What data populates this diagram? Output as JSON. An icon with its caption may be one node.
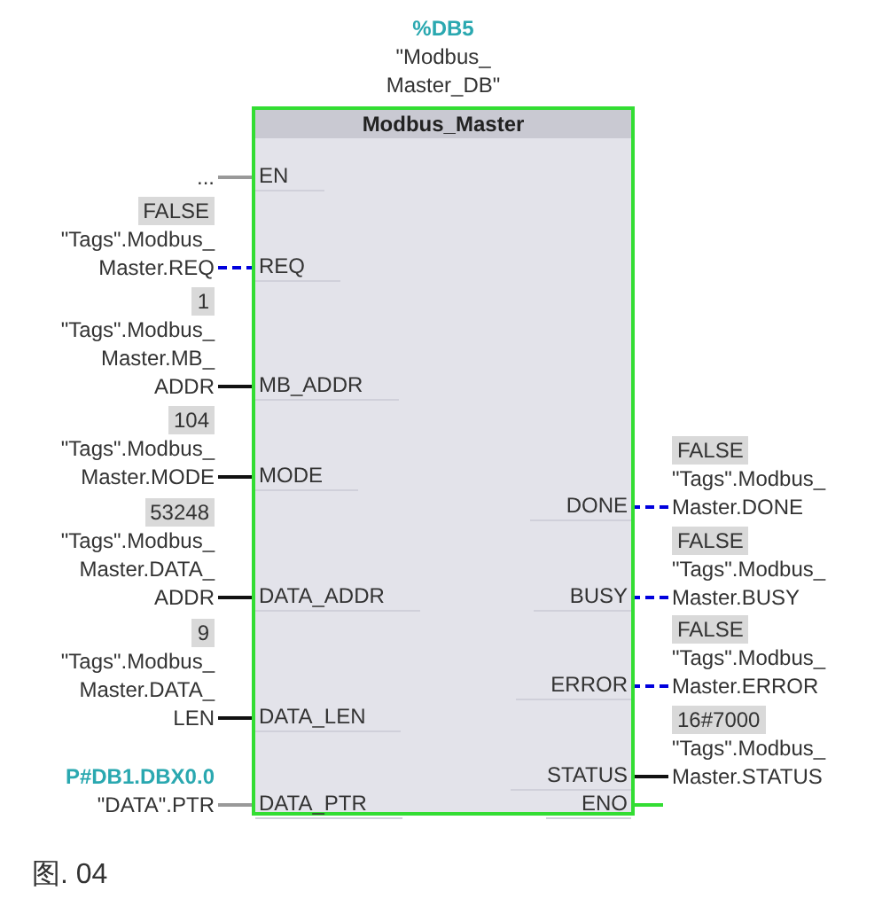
{
  "diagram": {
    "caption": "图. 04",
    "nodes": [
      {
        "text": [
          "Modbus_Master"
        ],
        "beside": [
          "%DB5",
          "\"Modbus_ Master_DB\""
        ]
      },
      {
        "text": [
          "EN"
        ],
        "in": 0
      },
      {
        "text": [
          "REQ"
        ],
        "in": 0
      },
      {
        "text": [
          "MB_ADDR"
        ],
        "in": 0
      },
      {
        "text": [
          "MODE"
        ],
        "in": 0
      },
      {
        "text": [
          "DATA_ADDR"
        ],
        "in": 0
      },
      {
        "text": [
          "DATA_LEN"
        ],
        "in": 0
      },
      {
        "text": [
          "DATA_PTR"
        ],
        "in": 0
      },
      {
        "text": [
          "DONE"
        ],
        "in": 0
      },
      {
        "text": [
          "BUSY"
        ],
        "in": 0
      },
      {
        "text": [
          "ERROR"
        ],
        "in": 0
      },
      {
        "text": [
          "STATUS"
        ],
        "in": 0
      },
      {
        "text": [
          "ENO"
        ],
        "in": 0
      },
      {
        "text": [
          "..."
        ]
      },
      {
        "text": [
          "FALSE",
          "\"Tags\".Modbus_ Master.REQ"
        ]
      },
      {
        "text": [
          "1",
          "\"Tags\".Modbus_ Master.MB_ ADDR"
        ]
      },
      {
        "text": [
          "104",
          "\"Tags\".Modbus_ Master.MODE"
        ]
      },
      {
        "text": [
          "53248",
          "\"Tags\".Modbus_ Master.DATA_ ADDR"
        ]
      },
      {
        "text": [
          "9",
          "\"Tags\".Modbus_ Master.DATA_ LEN"
        ]
      },
      {
        "text": [
          "P#DB1.DBX0.0",
          "\"DATA\".PTR"
        ]
      },
      {
        "text": [
          "FALSE",
          "\"Tags\".Modbus_ Master.DONE"
        ]
      },
      {
        "text": [
          "FALSE",
          "\"Tags\".Modbus_ Master.BUSY"
        ]
      },
      {
        "text": [
          "FALSE",
          "\"Tags\".Modbus_ Master.ERROR"
        ]
      },
      {
        "text": [
          "16#7000",
          "\"Tags\".Modbus_ Master.STATUS"
        ]
      }
    ],
    "edges": [
      {
        "from": 13,
        "to": 1,
        "arrow": "none",
        "color": "#999999"
      },
      {
        "from": 14,
        "to": 2,
        "arrow": "none",
        "style": "dashed",
        "color": "#0000dd"
      },
      {
        "from": 15,
        "to": 3,
        "arrow": "none"
      },
      {
        "from": 16,
        "to": 4,
        "arrow": "none"
      },
      {
        "from": 17,
        "to": 5,
        "arrow": "none"
      },
      {
        "from": 18,
        "to": 6,
        "arrow": "none"
      },
      {
        "from": 19,
        "to": 7,
        "arrow": "none",
        "color": "#999999"
      },
      {
        "from": 8,
        "to": 20,
        "arrow": "none",
        "style": "dashed",
        "color": "#0000dd"
      },
      {
        "from": 9,
        "to": 21,
        "arrow": "none",
        "style": "dashed",
        "color": "#0000dd"
      },
      {
        "from": 10,
        "to": 22,
        "arrow": "none",
        "style": "dashed",
        "color": "#0000dd"
      },
      {
        "from": 11,
        "to": 23,
        "arrow": "none"
      },
      {
        "from": 12,
        "to": null,
        "arrow": "none",
        "color": "#33dd33"
      }
    ]
  }
}
